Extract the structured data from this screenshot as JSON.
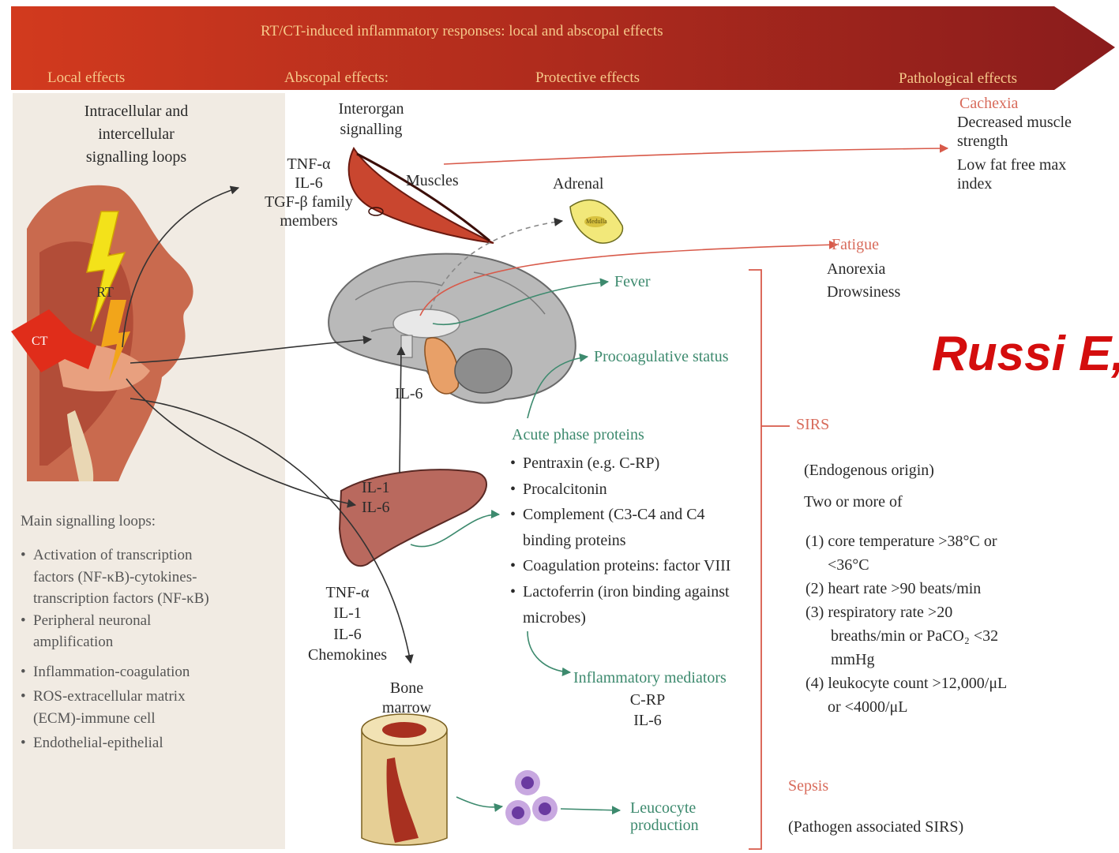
{
  "banner": {
    "title": "RT/CT-induced inflammatory responses: local and abscopal effects",
    "local_effects": "Local effects",
    "abscopal_effects": "Abscopal effects:",
    "protective_effects": "Protective effects",
    "pathological_effects": "Pathological effects",
    "colors": {
      "start": "#d23a1e",
      "end": "#8a1c1c",
      "text": "#f6c98a"
    }
  },
  "local": {
    "heading": [
      "Intracellular and",
      "intercellular",
      "signalling loops"
    ],
    "rt": "RT",
    "ct": "CT",
    "main_loops_title": "Main signalling loops:",
    "loops": [
      [
        "Activation of transcription",
        "factors (NF-κB)-cytokines-",
        "transcription factors (NF-κB)"
      ],
      [
        "Peripheral neuronal",
        "amplification"
      ],
      [
        "Inflammation-coagulation"
      ],
      [
        "ROS-extracellular matrix",
        "(ECM)-immune cell"
      ],
      [
        "Endothelial-epithelial"
      ]
    ]
  },
  "abscopal": {
    "interorgan": [
      "Interorgan",
      "signalling"
    ],
    "cytokines_top": [
      "TNF-α",
      "IL-6",
      "TGF-β family",
      "members"
    ],
    "muscles": "Muscles",
    "adrenal": "Adrenal",
    "adrenal_inner": "Medulla",
    "fever": "Fever",
    "il6_brain": "IL-6",
    "il1_liver": "IL-1",
    "il6_liver": "IL-6",
    "procoagulative": "Procoagulative status",
    "acute_phase_title": "Acute phase proteins",
    "acute_phase": [
      [
        "Pentraxin (e.g. C-RP)"
      ],
      [
        "Procalcitonin"
      ],
      [
        "Complement (C3-C4 and C4",
        "binding proteins"
      ],
      [
        "Coagulation proteins: factor VIII"
      ],
      [
        "Lactoferrin (iron binding against",
        "microbes)"
      ]
    ],
    "cytokines_bottom": [
      "TNF-α",
      "IL-1",
      "IL-6",
      "Chemokines"
    ],
    "bone_marrow": [
      "Bone",
      "marrow"
    ],
    "inflammatory_mediators": "Inflammatory mediators",
    "mediators": [
      "C-RP",
      "IL-6"
    ],
    "leucocyte": [
      "Leucocyte",
      "production"
    ]
  },
  "pathological": {
    "cachexia": "Cachexia",
    "cachexia_items": [
      "Decreased muscle",
      "strength",
      "Low fat free max",
      "index"
    ],
    "fatigue": "Fatigue",
    "fatigue_items": [
      "Anorexia",
      "Drowsiness"
    ],
    "sirs": "SIRS",
    "sirs_origin": "(Endogenous origin)",
    "sirs_two_or_more": "Two or more of",
    "criteria": [
      [
        "(1) core temperature >38°C or",
        "<36°C"
      ],
      [
        "(2) heart rate >90 beats/min"
      ],
      [
        "(3) respiratory rate >20",
        "breaths/min or PaCO₂ <32",
        "mmHg"
      ],
      [
        "(4) leukocyte count >12,000/μL",
        "or <4000/μL"
      ]
    ],
    "sepsis": "Sepsis",
    "sepsis_desc": "(Pathogen associated SIRS)"
  },
  "watermark": "Russi E,"
}
